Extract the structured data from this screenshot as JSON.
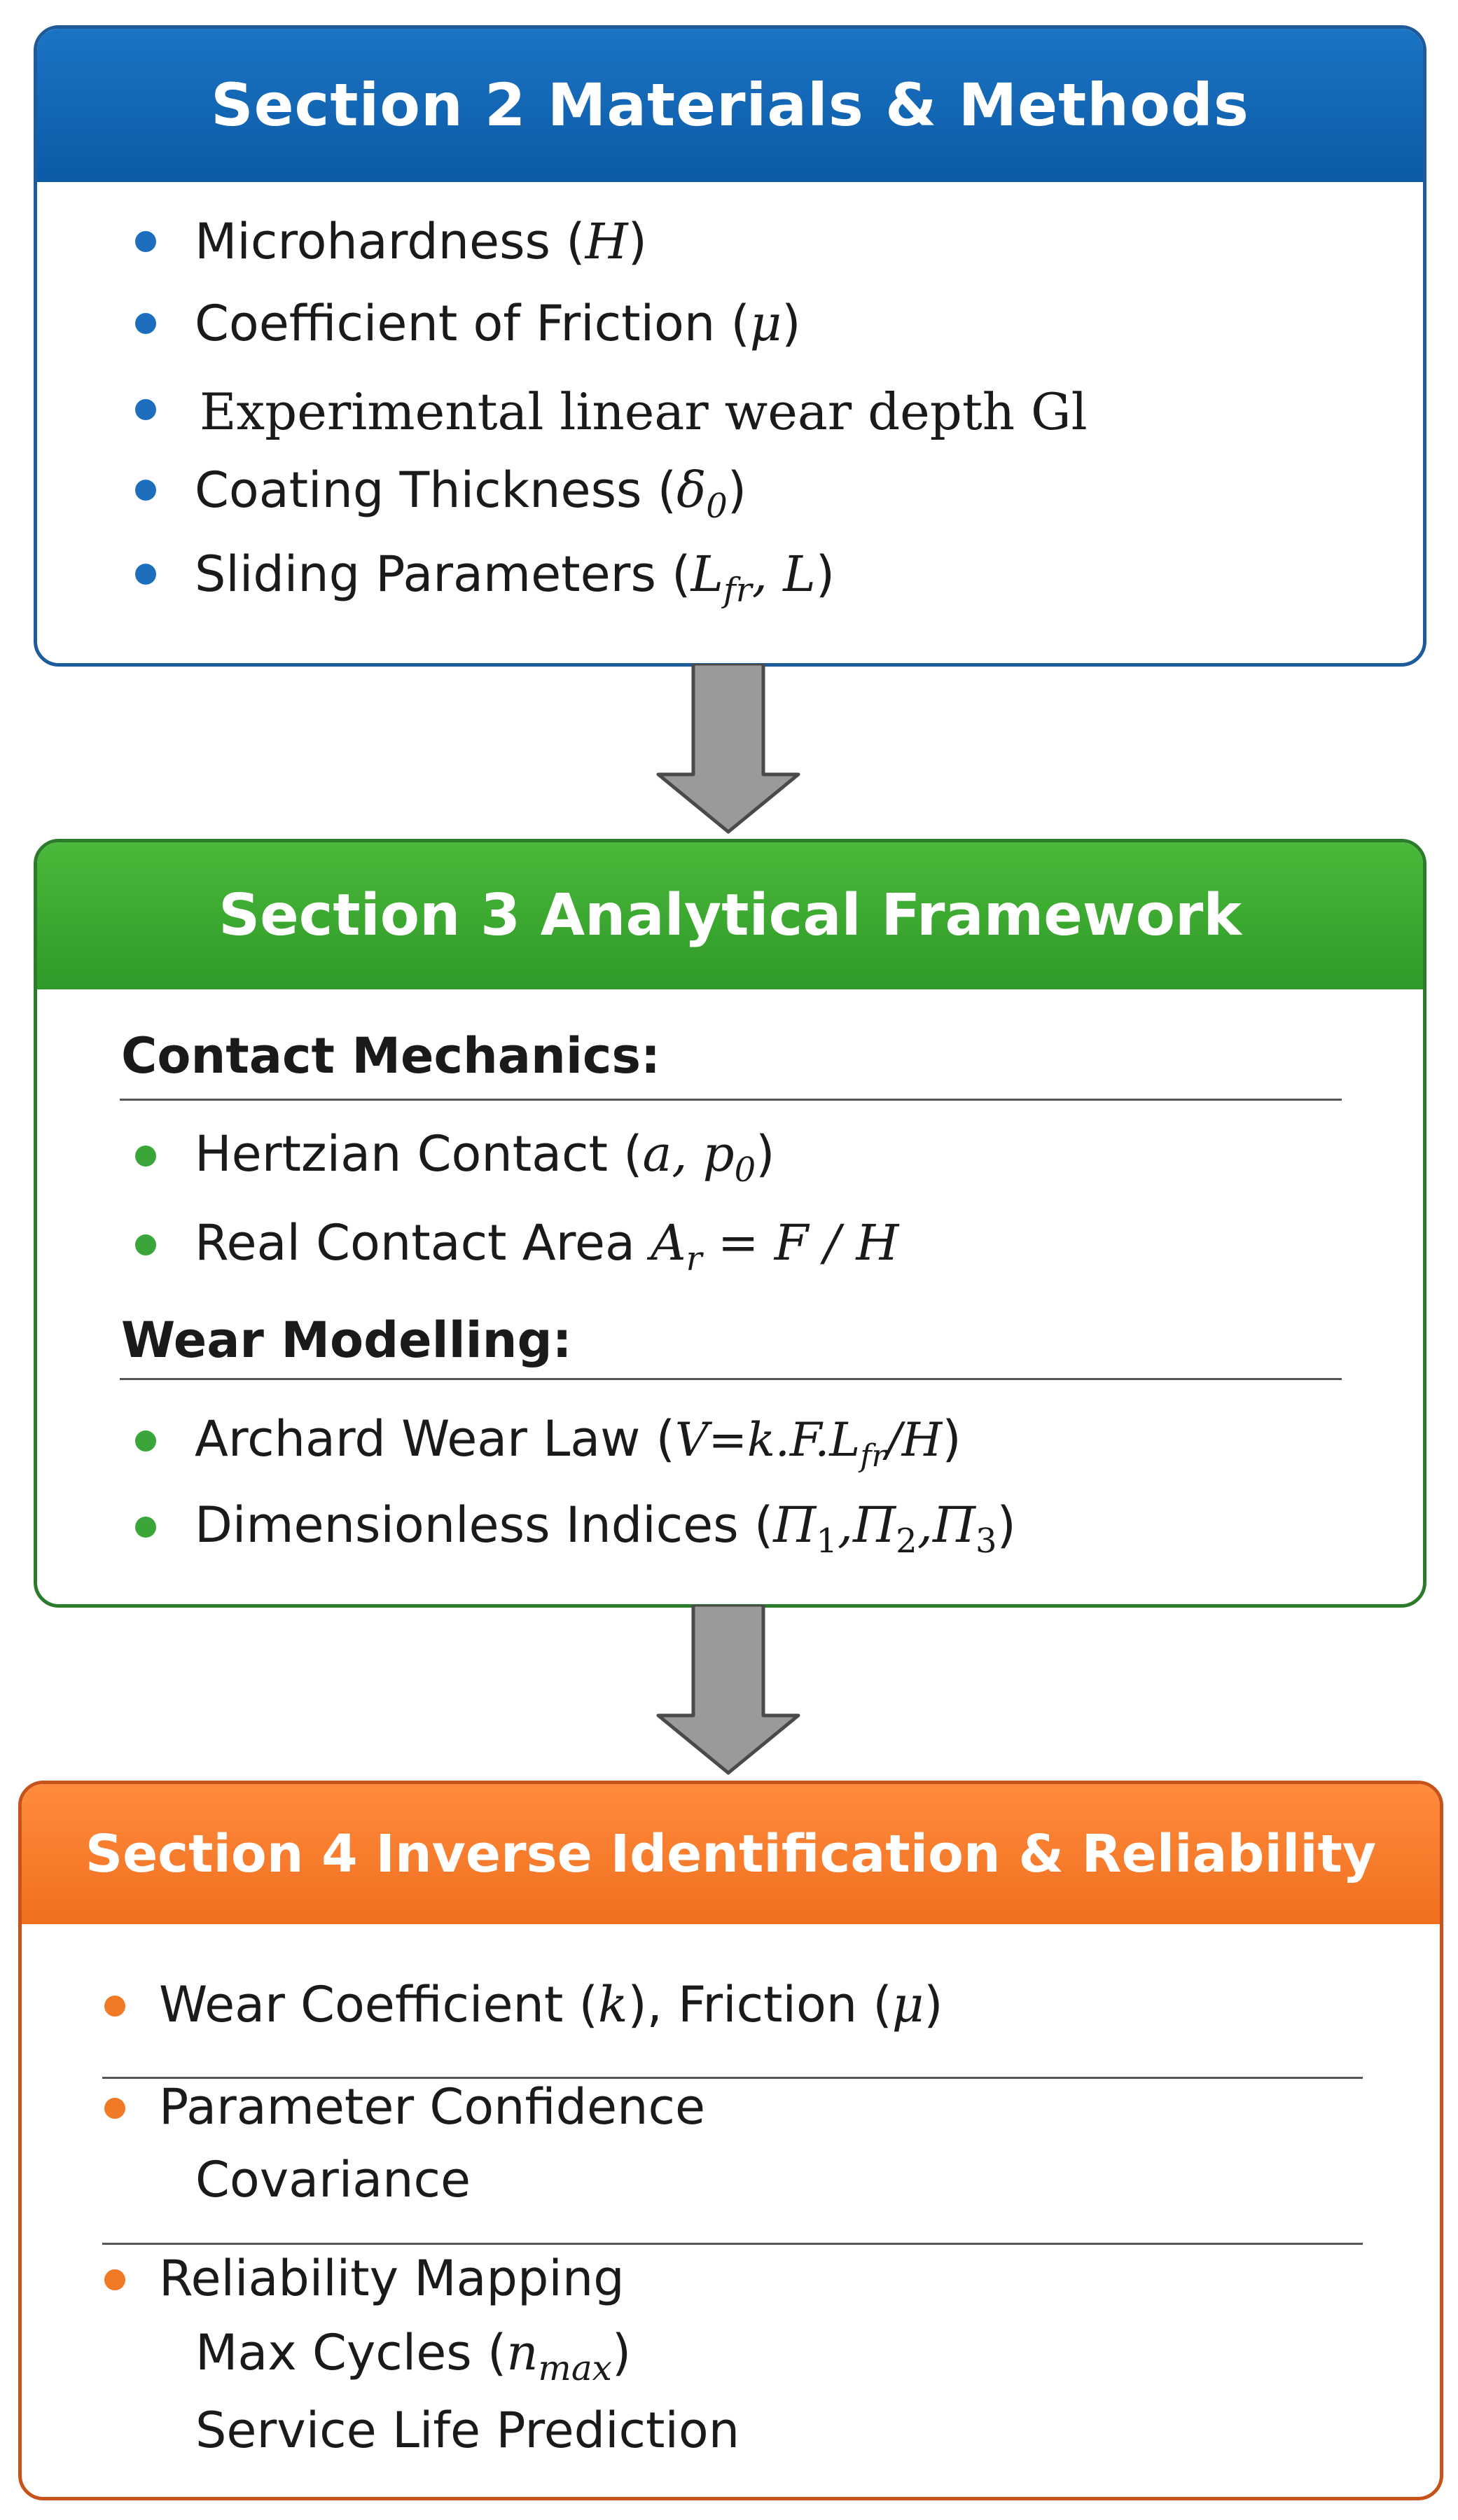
{
  "section2": {
    "title": "Section 2 Materials & Methods",
    "items": [
      {
        "text": "Microhardness (",
        "sym": "H",
        "close": ")"
      },
      {
        "text": "Coefficient of Friction (",
        "sym": "μ",
        "close": ")"
      },
      {
        "text": "Experimental linear wear depth Gl"
      },
      {
        "text": "Coating Thickness (",
        "sym": "δ",
        "sub": "0",
        "close": ")"
      },
      {
        "text": "Sliding Parameters (",
        "sym": "L",
        "sub": "fr",
        "sym2": ", L",
        "close": ")"
      }
    ]
  },
  "section3": {
    "title": "Section 3 Analytical Framework",
    "contact_heading": "Contact Mechanics:",
    "contact_items": [
      {
        "text": "Hertzian Contact (",
        "sym": "a, p",
        "sub": "0",
        "close": ")"
      },
      {
        "text": "Real Contact Area ",
        "sym": "A",
        "sub": "r",
        "sym2": " = F / H"
      }
    ],
    "wear_heading": "Wear Modelling:",
    "wear_items": [
      {
        "text": "Archard Wear Law (",
        "sym": "V=k.F.L",
        "sub": "fr",
        "sym2": "/H",
        "close": ")"
      },
      {
        "text": "Dimensionless Indices (",
        "p1": "Π",
        "s1": "1",
        "p2": ",Π",
        "s2": "2",
        "p3": ",Π",
        "s3": "3",
        "close": ")"
      }
    ]
  },
  "section4": {
    "title": "Section 4 Inverse Identification & Reliability Mapping",
    "item1": {
      "text1": "Wear Coefficient (",
      "sym1": "k",
      "text2": "), Friction (",
      "sym2": "μ",
      "close": ")"
    },
    "item2": {
      "line1": "Parameter Confidence",
      "line2": "Covariance"
    },
    "item3": {
      "line1": "Reliability Mapping",
      "line2_text": "Max Cycles (",
      "line2_sym": "n",
      "line2_sub": "max",
      "line2_close": ")",
      "line3": "Service Life Prediction"
    }
  },
  "colors": {
    "blue": "#1b74c4",
    "green": "#3aa63a",
    "orange": "#f07a26",
    "arrow": "#9a9a9a"
  }
}
